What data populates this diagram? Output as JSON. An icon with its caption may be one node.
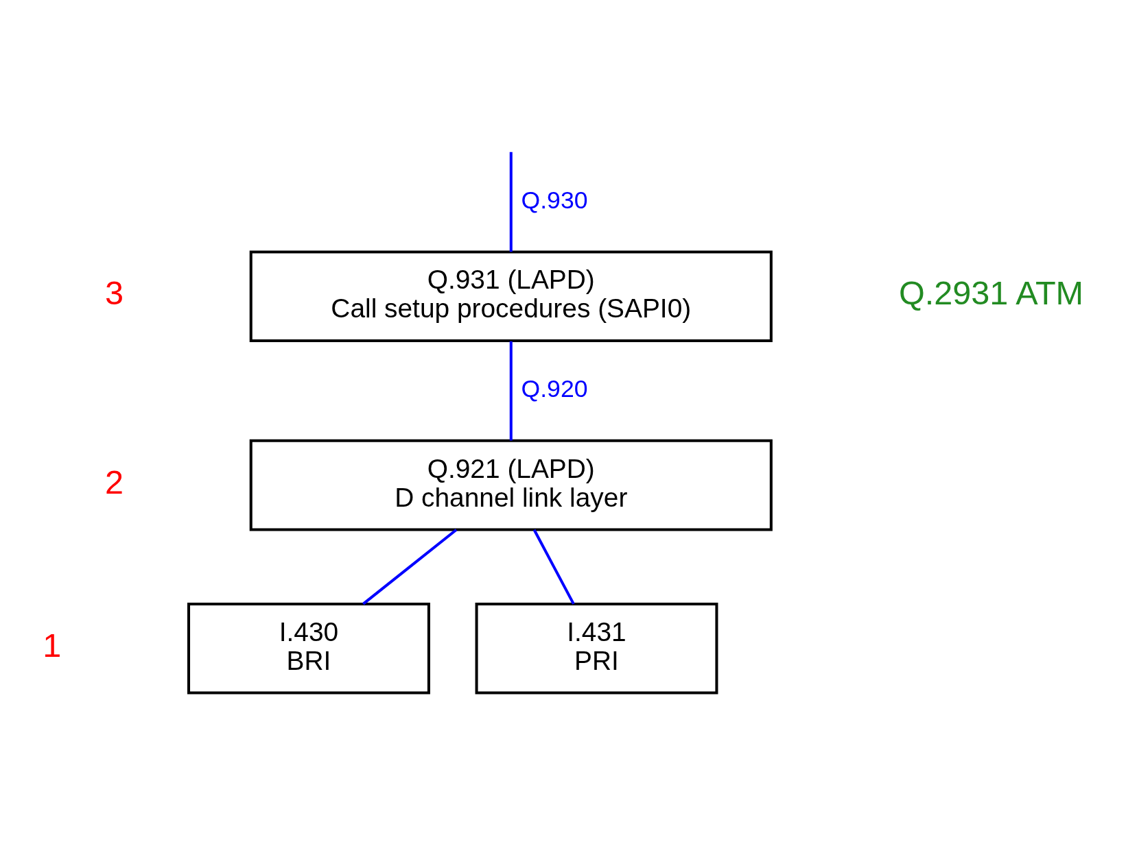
{
  "diagram": {
    "nodes": [
      {
        "text": [
          "Q.931 (LAPD)",
          "Call setup procedures (SAPI0)"
        ]
      },
      {
        "text": [
          "Q.921 (LAPD)",
          "D channel link layer"
        ]
      },
      {
        "text": [
          "I.430",
          "BRI"
        ]
      },
      {
        "text": [
          "I.431",
          "PRI"
        ]
      }
    ],
    "edges": [
      {
        "from": null,
        "to": 0,
        "arrow": "none",
        "label": "Q.930"
      },
      {
        "from": 0,
        "to": 1,
        "arrow": "none",
        "label": "Q.920"
      },
      {
        "from": 1,
        "to": 2,
        "arrow": "none"
      },
      {
        "from": 1,
        "to": 3,
        "arrow": "none"
      }
    ],
    "labels": [
      "3",
      "Q.2931 ATM",
      "2",
      "1"
    ]
  }
}
